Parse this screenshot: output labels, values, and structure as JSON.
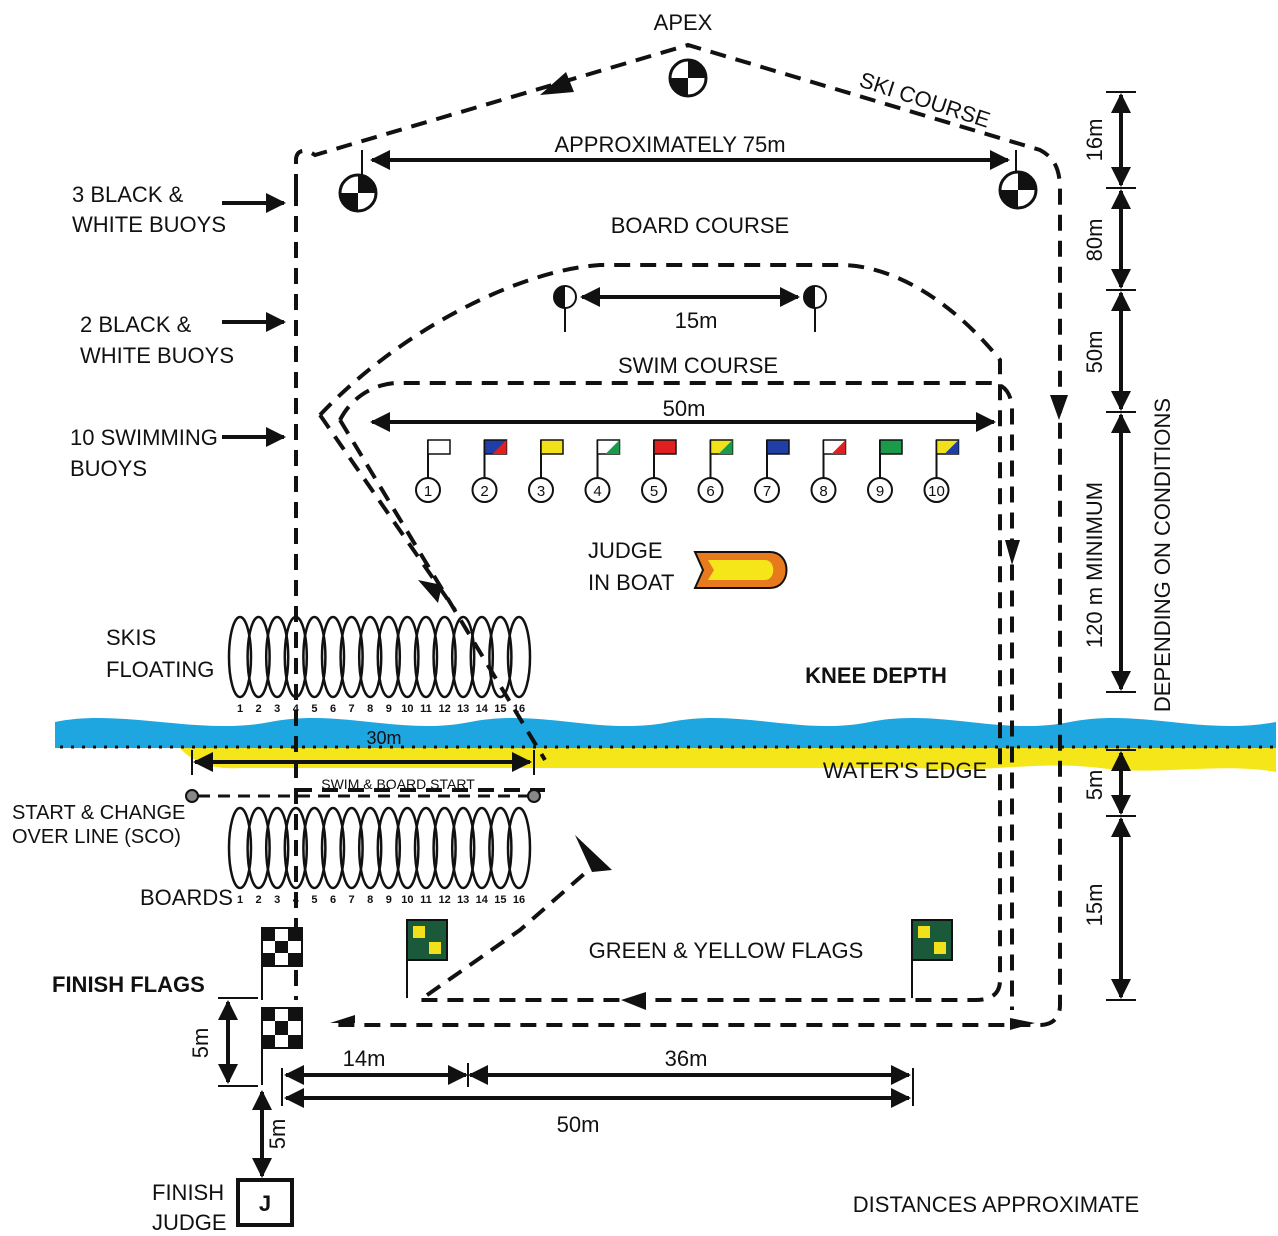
{
  "labels": {
    "apex": "APEX",
    "ski_course": "SKI COURSE",
    "approx75": "APPROXIMATELY 75m",
    "board_course": "BOARD COURSE",
    "fifteen_m": "15m",
    "swim_course": "SWIM COURSE",
    "fifty_m_top": "50m",
    "three_buoys_1": "3 BLACK &",
    "three_buoys_2": "WHITE BUOYS",
    "two_buoys_1": "2 BLACK &",
    "two_buoys_2": "WHITE BUOYS",
    "ten_buoys_1": "10 SWIMMING",
    "ten_buoys_2": "BUOYS",
    "judge_boat_1": "JUDGE",
    "judge_boat_2": "IN BOAT",
    "skis_1": "SKIS",
    "skis_2": "FLOATING",
    "knee_depth": "KNEE DEPTH",
    "thirty_m": "30m",
    "waters_edge": "WATER'S EDGE",
    "swim_board_start": "SWIM & BOARD START",
    "sco_1": "START & CHANGE",
    "sco_2": "OVER LINE (SCO)",
    "boards": "BOARDS",
    "green_yellow": "GREEN & YELLOW FLAGS",
    "finish_flags": "FINISH FLAGS",
    "five_m_left": "5m",
    "fourteen_m": "14m",
    "thirtysix_m": "36m",
    "fifty_m_bottom": "50m",
    "five_m_judge": "5m",
    "finish_judge_1": "FINISH",
    "finish_judge_2": "JUDGE",
    "judge_box": "J",
    "distances": "DISTANCES APPROXIMATE",
    "r16": "16m",
    "r80": "80m",
    "r50": "50m",
    "r120": "120 m MINIMUM",
    "depending": "DEPENDING ON CONDITIONS",
    "r5": "5m",
    "r15": "15m"
  },
  "swim_buoys": [
    {
      "num": "1",
      "flag": "#ffffff",
      "corner": ""
    },
    {
      "num": "2",
      "flag": "#1f3fa6",
      "corner": "#e02020"
    },
    {
      "num": "3",
      "flag": "#f2e01a",
      "corner": ""
    },
    {
      "num": "4",
      "flag": "#ffffff",
      "corner": "#1a9a4a"
    },
    {
      "num": "5",
      "flag": "#e02020",
      "corner": ""
    },
    {
      "num": "6",
      "flag": "#f2e01a",
      "corner": "#1a9a4a"
    },
    {
      "num": "7",
      "flag": "#1f3fa6",
      "corner": ""
    },
    {
      "num": "8",
      "flag": "#ffffff",
      "corner": "#e02020"
    },
    {
      "num": "9",
      "flag": "#1a9a4a",
      "corner": ""
    },
    {
      "num": "10",
      "flag": "#f2e01a",
      "corner": "#1f3fa6"
    }
  ],
  "ski_numbers": [
    "1",
    "2",
    "3",
    "4",
    "5",
    "6",
    "7",
    "8",
    "9",
    "10",
    "11",
    "12",
    "13",
    "14",
    "15",
    "16"
  ],
  "board_numbers": [
    "1",
    "2",
    "3",
    "4",
    "5",
    "6",
    "7",
    "8",
    "9",
    "10",
    "11",
    "12",
    "13",
    "14",
    "15",
    "16"
  ],
  "colors": {
    "water": "#1ea6e0",
    "sand": "#f5e61a",
    "boat": "#e87a1e",
    "boat_inner": "#f5e61a",
    "flag_green": "#1a5a3a",
    "flag_yellow": "#f2e01a"
  }
}
